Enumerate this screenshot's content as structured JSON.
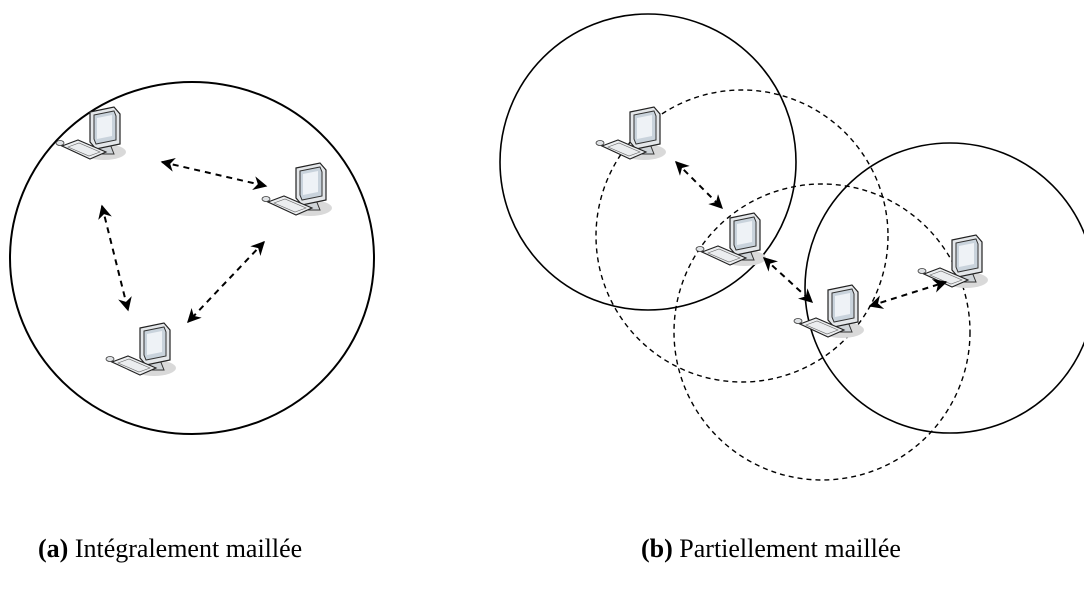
{
  "captions": {
    "a": {
      "label": "(a)",
      "text": " Intégralement maillée"
    },
    "b": {
      "label": "(b)",
      "text": " Partiellement maillée"
    }
  },
  "icons": {
    "node": "computer-icon"
  },
  "colors": {
    "stroke": "#000000",
    "screen": "#c9d3dc",
    "monitor": "#e4e7ea"
  }
}
